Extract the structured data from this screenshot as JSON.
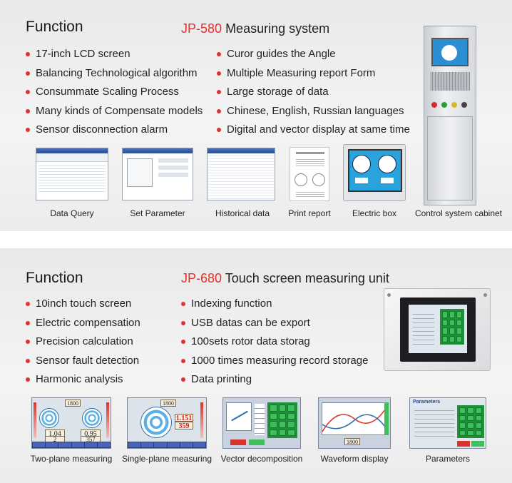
{
  "jp580": {
    "function_label": "Function",
    "model": "JP-580",
    "product_name": "Measuring system",
    "features_left": [
      "17-inch LCD screen",
      "Balancing Technological algorithm",
      "Consummate Scaling Process",
      "Many kinds of Compensate models",
      "Sensor disconnection alarm"
    ],
    "features_right": [
      "Curor guides the Angle",
      "Multiple Measuring report Form",
      "Large storage of data",
      "Chinese, English, Russian languages",
      "Digital and vector display at same time"
    ],
    "screens": [
      "Data Query",
      "Set Parameter",
      "Historical data",
      "Print report",
      "Electric box",
      "Control system cabinet"
    ]
  },
  "jp680": {
    "function_label": "Function",
    "model": "JP-680",
    "product_name": "Touch screen measuring unit",
    "features_left": [
      "10inch touch screen",
      "Electric compensation",
      "Precision calculation",
      "Sensor fault detection",
      "Harmonic analysis"
    ],
    "features_right": [
      "Indexing function",
      "USB datas can be export",
      "100sets rotor data storag",
      "1000 times measuring record storage",
      "Data printing"
    ],
    "screens": [
      "Two-plane measuring",
      "Single-plane measuring",
      "Vector decomposition",
      "Waveform display",
      "Parameters"
    ],
    "screen_values": {
      "two_plane_speed": "1800",
      "two_plane_left_value": "1.04",
      "two_plane_left_angle": "2",
      "two_plane_right_value": "0.95",
      "two_plane_right_angle": "357",
      "single_plane_speed": "1800",
      "single_plane_value": "1.151",
      "single_plane_angle": "359",
      "waveform_speed": "1800",
      "parameters_title": "Parameters"
    }
  },
  "colors": {
    "accent_red": "#e0312f",
    "panel_gray": "#eeeeef",
    "keypad_green": "#3fbf5c"
  }
}
